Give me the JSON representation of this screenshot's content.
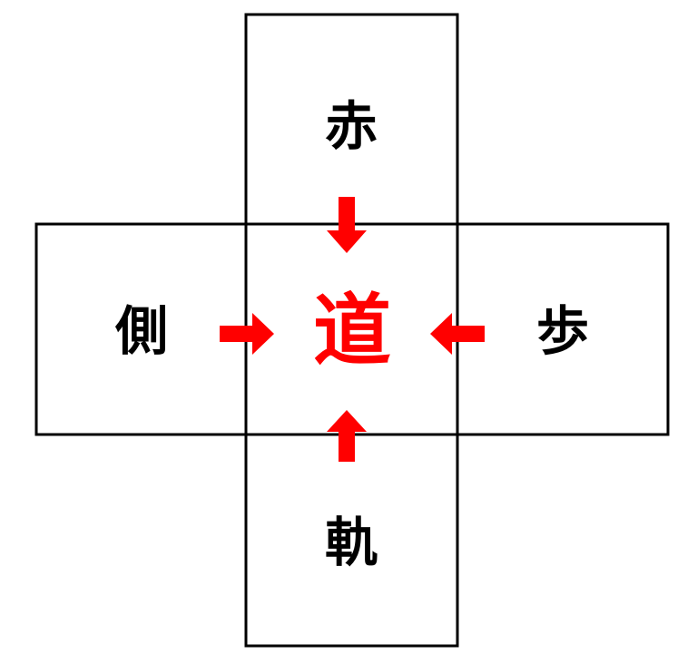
{
  "puzzle": {
    "top": "赤",
    "left": "側",
    "right": "歩",
    "bottom": "軌",
    "center": "道"
  },
  "colors": {
    "line": "#000000",
    "text": "#000000",
    "accent": "#ff0000",
    "background": "#ffffff"
  }
}
